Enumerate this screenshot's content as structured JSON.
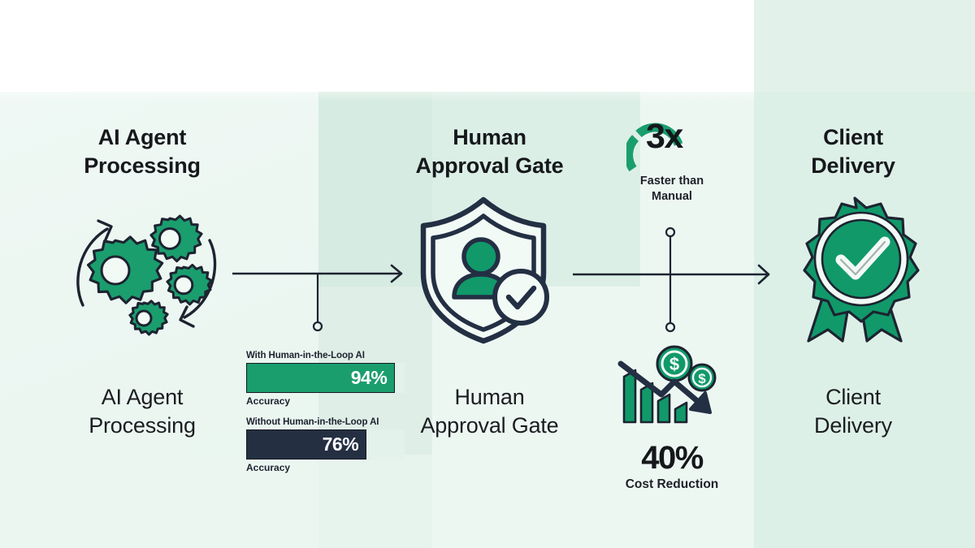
{
  "theme": {
    "green": "#1a9e6e",
    "green_dark": "#138a5d",
    "navy": "#242f42",
    "ink": "#16181c",
    "mint_bg": "#e4f3ec",
    "white": "#ffffff"
  },
  "stages": [
    {
      "id": "ai-agent-processing",
      "title_line1": "AI Agent",
      "title_line2": "Processing",
      "icon": "gears-icon",
      "caption_line1": "AI Agent",
      "caption_line2": "Processing"
    },
    {
      "id": "human-approval-gate",
      "title_line1": "Human",
      "title_line2": "Approval Gate",
      "icon": "shield-person-check-icon",
      "caption_line1": "Human",
      "caption_line2": "Approval Gate"
    },
    {
      "id": "client-delivery",
      "title_line1": "Client",
      "title_line2": "Delivery",
      "icon": "award-ribbon-check-icon",
      "caption_line1": "Client",
      "caption_line2": "Delivery"
    }
  ],
  "metrics": [
    {
      "id": "speed-metric",
      "icon": "arc-gauge-icon",
      "value": "3x",
      "caption_line1": "Faster than",
      "caption_line2": "Manual"
    },
    {
      "id": "cost-metric",
      "icon": "declining-bar-chart-dollar-icon",
      "value": "40%",
      "caption": "Cost Reduction"
    }
  ],
  "chart_data": {
    "type": "bar",
    "title": "",
    "orientation": "horizontal",
    "categories": [
      "With Human-in-the-Loop AI",
      "Without Human-in-the-Loop AI"
    ],
    "values": [
      94,
      76
    ],
    "value_labels": [
      "94%",
      "76%"
    ],
    "unit_labels": [
      "Accuracy",
      "Accuracy"
    ],
    "bar_colors": [
      "#1a9e6e",
      "#242f42"
    ],
    "track_color": "#e3f2ea",
    "xlim": [
      0,
      100
    ],
    "xlabel": "",
    "ylabel": "Accuracy",
    "grid": false,
    "legend": false
  },
  "connectors": [
    {
      "id": "connector-1",
      "type": "arrow-right",
      "nodes": [
        "node-down-1"
      ]
    },
    {
      "id": "connector-2",
      "type": "arrow-right",
      "nodes": [
        "node-up-2",
        "node-down-2"
      ]
    }
  ]
}
